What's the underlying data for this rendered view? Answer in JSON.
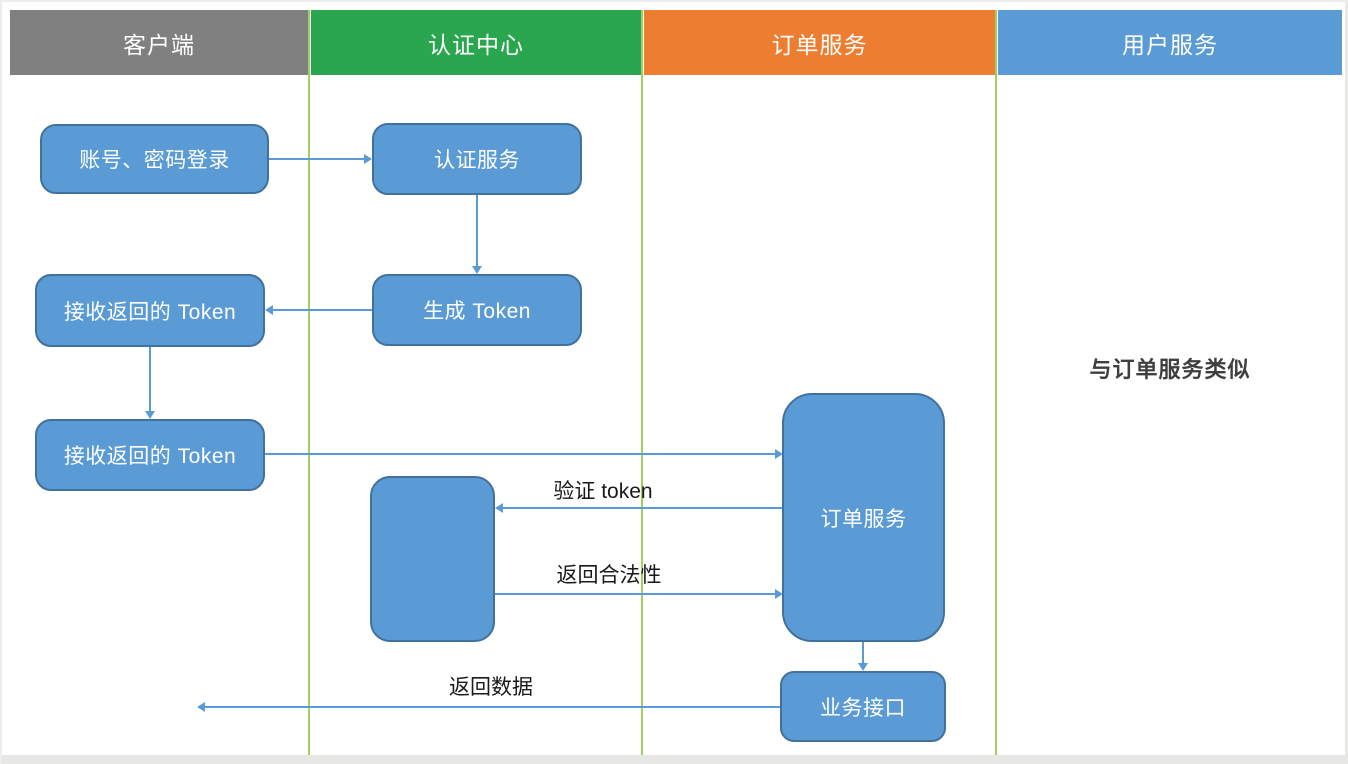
{
  "diagram": {
    "title_hint": "token-authentication-sequence",
    "lanes": [
      {
        "id": "client",
        "label": "客户端",
        "color": "#808080"
      },
      {
        "id": "auth-center",
        "label": "认证中心",
        "color": "#2AA74E"
      },
      {
        "id": "order-service",
        "label": "订单服务",
        "color": "#ED7D31"
      },
      {
        "id": "user-service",
        "label": "用户服务",
        "color": "#5B9BD5"
      }
    ],
    "nodes": {
      "login": "账号、密码登录",
      "auth_service": "认证服务",
      "receive_token_1": "接收返回的 Token",
      "generate_token": "生成 Token",
      "receive_token_2": "接收返回的 Token",
      "verify_box": "",
      "order_service": "订单服务",
      "business_api": "业务接口"
    },
    "edge_labels": {
      "verify_token": "验证 token",
      "return_validity": "返回合法性",
      "return_data": "返回数据"
    },
    "notes": {
      "user_service_note": "与订单服务类似"
    },
    "colors": {
      "node_fill": "#5B9BD5",
      "node_border": "#41719C",
      "arrow": "#5B9BD5",
      "lane_divider": "#A2CE62",
      "label_text": "#1A1A1A",
      "note_text": "#3F3F3F"
    }
  }
}
